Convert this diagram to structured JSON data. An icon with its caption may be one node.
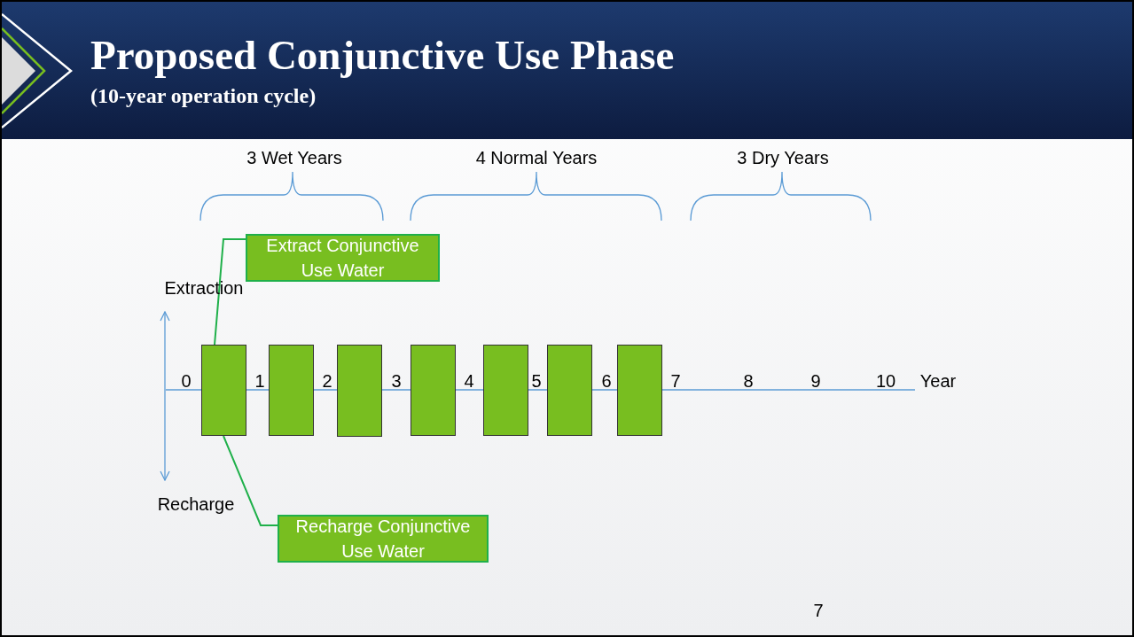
{
  "diagram": {
    "title": "Proposed Conjunctive Use Phase",
    "nodes": [
      {
        "text": [
          "Extract Conjunctive Use Water"
        ]
      },
      {
        "text": [],
        "shape": "bar"
      },
      {
        "text": [],
        "shape": "bar"
      },
      {
        "text": [],
        "shape": "bar"
      },
      {
        "text": [],
        "shape": "bar"
      },
      {
        "text": [],
        "shape": "bar"
      },
      {
        "text": [],
        "shape": "bar"
      },
      {
        "text": [],
        "shape": "bar"
      },
      {
        "text": [
          "Recharge Conjunctive Use Water"
        ]
      }
    ],
    "edges": [
      {
        "from": 0,
        "to": 1,
        "arrow": "none"
      },
      {
        "from": 8,
        "to": 1,
        "arrow": "none"
      }
    ],
    "labels": [
      "(10-year operation cycle)",
      "3 Wet Years",
      "4 Normal Years",
      "3 Dry Years",
      "Extraction",
      "0",
      "1",
      "2",
      "3",
      "4",
      "5",
      "6",
      "7",
      "8",
      "9",
      "10",
      "Year",
      "Recharge",
      "7"
    ]
  }
}
